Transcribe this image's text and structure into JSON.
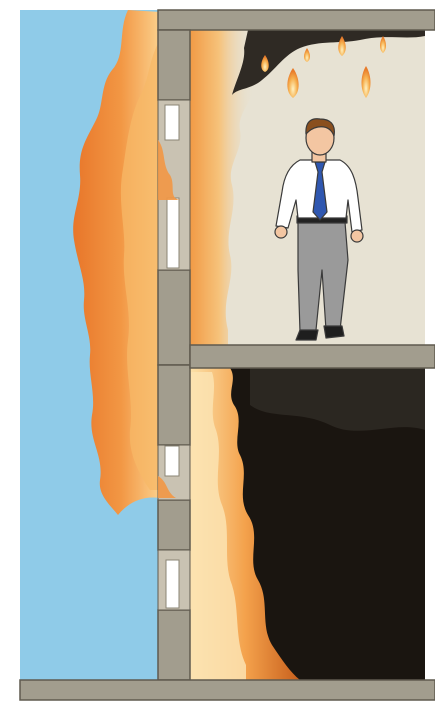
{
  "illustration": {
    "subject": "building-fire-cross-section",
    "colors": {
      "sky": "#8fcbe8",
      "wall": "#a29d8e",
      "wall_edge": "#5f5a4f",
      "room_upper": "#e7e2d3",
      "room_lower": "#1a1510",
      "flame_outer": "#e87f2c",
      "flame_mid": "#f3a04e",
      "flame_inner": "#fbd79a",
      "smoke": "#2f2a24",
      "shirt": "#ffffff",
      "tie": "#2f57b0",
      "trousers": "#9a9a9a",
      "skin": "#f3c6a2",
      "hair": "#8a4f1e"
    },
    "elements": [
      "sky",
      "exterior-flames",
      "building-wall",
      "window-upper",
      "window-lower",
      "floor-slab",
      "upper-room",
      "ceiling-smoke",
      "dripping-fire",
      "office-worker",
      "lower-room-smoke",
      "lower-room-flames",
      "ground"
    ]
  }
}
